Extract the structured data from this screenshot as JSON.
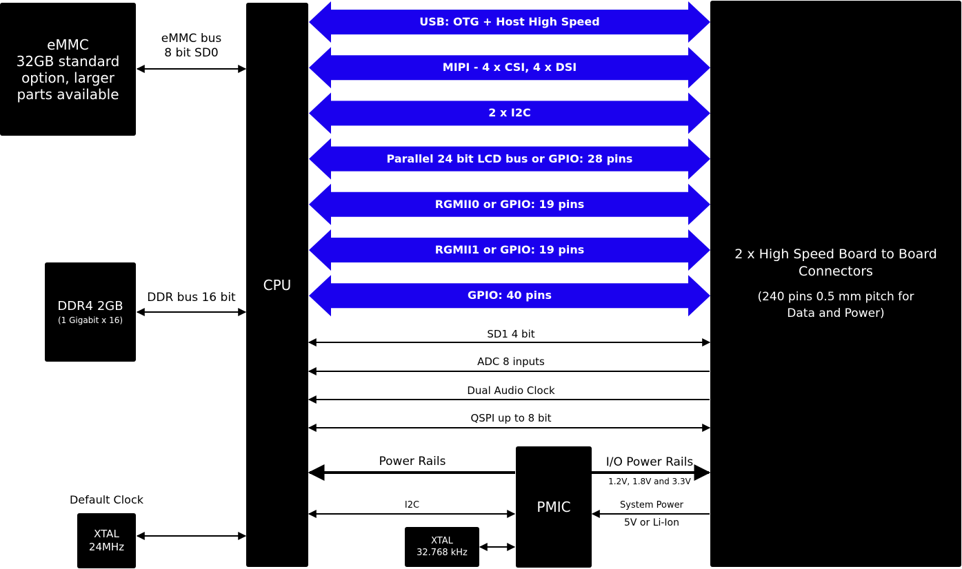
{
  "emmc": {
    "lines": [
      "eMMC",
      "32GB standard",
      "option, larger",
      "parts available"
    ]
  },
  "emmc_bus": {
    "line1": "eMMC bus",
    "line2": "8 bit SD0"
  },
  "ddr": {
    "title": "DDR4 2GB",
    "sub": "(1 Gigabit x 16)"
  },
  "ddr_bus": "DDR bus 16 bit",
  "clock": {
    "label": "Default Clock",
    "xtal_line1": "XTAL",
    "xtal_line2": "24MHz"
  },
  "cpu": "CPU",
  "buses": [
    "USB: OTG + Host High Speed",
    "MIPI - 4 x CSI, 4 x DSI",
    "2 x I2C",
    "Parallel 24 bit LCD bus or GPIO: 28 pins",
    "RGMII0 or GPIO: 19 pins",
    "RGMII1 or GPIO: 19 pins",
    "GPIO: 40 pins"
  ],
  "signals": {
    "sd1": "SD1 4 bit",
    "adc": "ADC 8 inputs",
    "audio": "Dual Audio Clock",
    "qspi": "QSPI up to 8 bit"
  },
  "connectors": {
    "title_line1": "2 x High Speed Board to Board",
    "title_line2": "Connectors",
    "sub_line1": "(240 pins 0.5 mm pitch for",
    "sub_line2": "Data and Power)"
  },
  "power": {
    "power_rails": "Power Rails",
    "io_rails": "I/O Power Rails",
    "io_voltages": "1.2V, 1.8V and 3.3V",
    "i2c": "I2C",
    "system_power": "System Power",
    "system_power_sub": "5V or Li-Ion"
  },
  "pmic": "PMIC",
  "xtal2": {
    "line1": "XTAL",
    "line2": "32.768 kHz"
  },
  "colors": {
    "bus_fill": "#1a00ee",
    "box": "#000000"
  }
}
